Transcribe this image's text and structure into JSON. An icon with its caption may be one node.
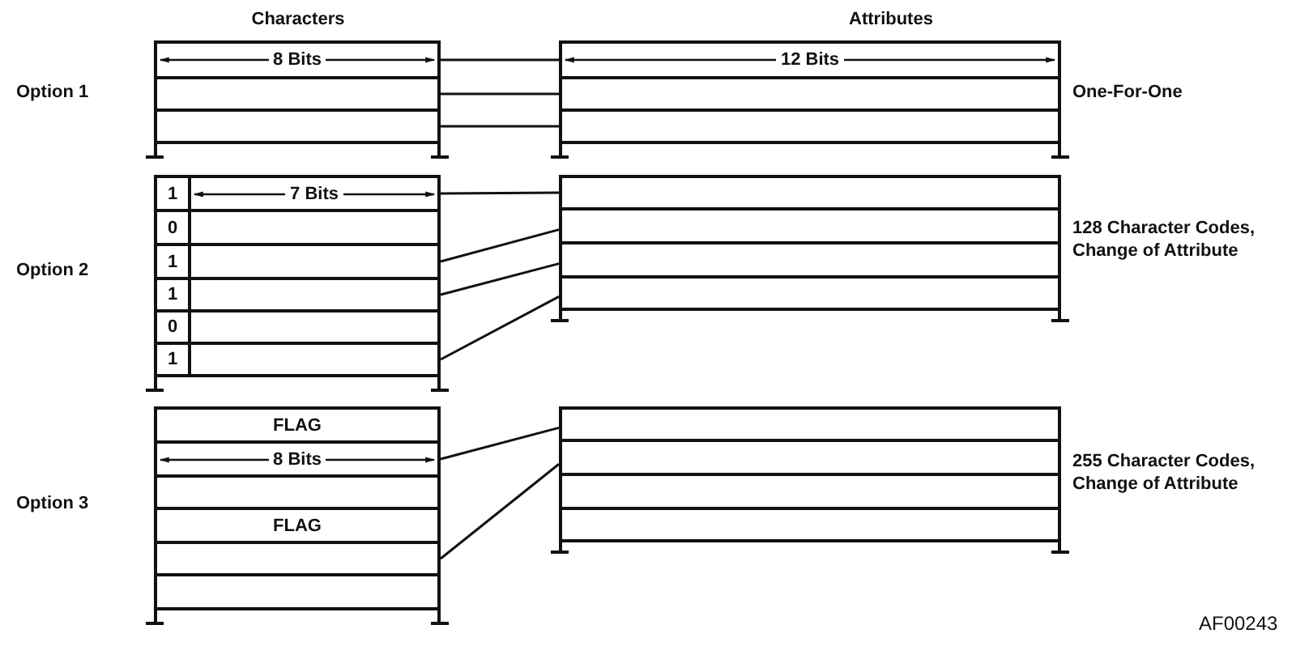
{
  "diagram": {
    "nodes": [
      {
        "text": [
          "8 Bits"
        ]
      },
      {
        "text": [],
        "shape": "box"
      },
      {
        "text": [],
        "shape": "box"
      },
      {
        "text": [
          "12 Bits"
        ]
      },
      {
        "text": [],
        "shape": "box"
      },
      {
        "text": [],
        "shape": "box"
      },
      {
        "text": [
          "1"
        ]
      },
      {
        "text": [
          "7 Bits"
        ]
      },
      {
        "text": [
          "0"
        ]
      },
      {
        "text": [],
        "shape": "box"
      },
      {
        "text": [
          "1"
        ]
      },
      {
        "text": [],
        "shape": "box"
      },
      {
        "text": [
          "1"
        ]
      },
      {
        "text": [],
        "shape": "box"
      },
      {
        "text": [
          "0"
        ]
      },
      {
        "text": [],
        "shape": "box"
      },
      {
        "text": [
          "1"
        ]
      },
      {
        "text": [],
        "shape": "box"
      },
      {
        "text": [],
        "shape": "box"
      },
      {
        "text": [],
        "shape": "box"
      },
      {
        "text": [],
        "shape": "box"
      },
      {
        "text": [],
        "shape": "box"
      },
      {
        "text": [
          "FLAG"
        ]
      },
      {
        "text": [
          "8 Bits"
        ]
      },
      {
        "text": [],
        "shape": "box"
      },
      {
        "text": [
          "FLAG"
        ]
      },
      {
        "text": [],
        "shape": "box"
      },
      {
        "text": [],
        "shape": "box"
      },
      {
        "text": [],
        "shape": "box"
      },
      {
        "text": [],
        "shape": "box"
      },
      {
        "text": [],
        "shape": "box"
      },
      {
        "text": [],
        "shape": "box"
      }
    ],
    "edges": [
      {
        "from": 0,
        "to": 3,
        "arrow": "none"
      },
      {
        "from": 1,
        "to": 4,
        "arrow": "none"
      },
      {
        "from": 2,
        "to": 5,
        "arrow": "none"
      },
      {
        "from": 7,
        "to": 18,
        "arrow": "none"
      },
      {
        "from": 11,
        "to": 19,
        "arrow": "none"
      },
      {
        "from": 13,
        "to": 20,
        "arrow": "none"
      },
      {
        "from": 17,
        "to": 21,
        "arrow": "none"
      },
      {
        "from": 23,
        "to": 28,
        "arrow": "none"
      },
      {
        "from": 26,
        "to": 29,
        "arrow": "none"
      }
    ],
    "labels": [
      "Characters",
      "Attributes",
      "Option 1",
      "One-For-One",
      "Option 2",
      "128 Character Codes, Change of Attribute",
      "Option 3",
      "255 Character Codes, Change of Attribute",
      "AF00243"
    ]
  }
}
